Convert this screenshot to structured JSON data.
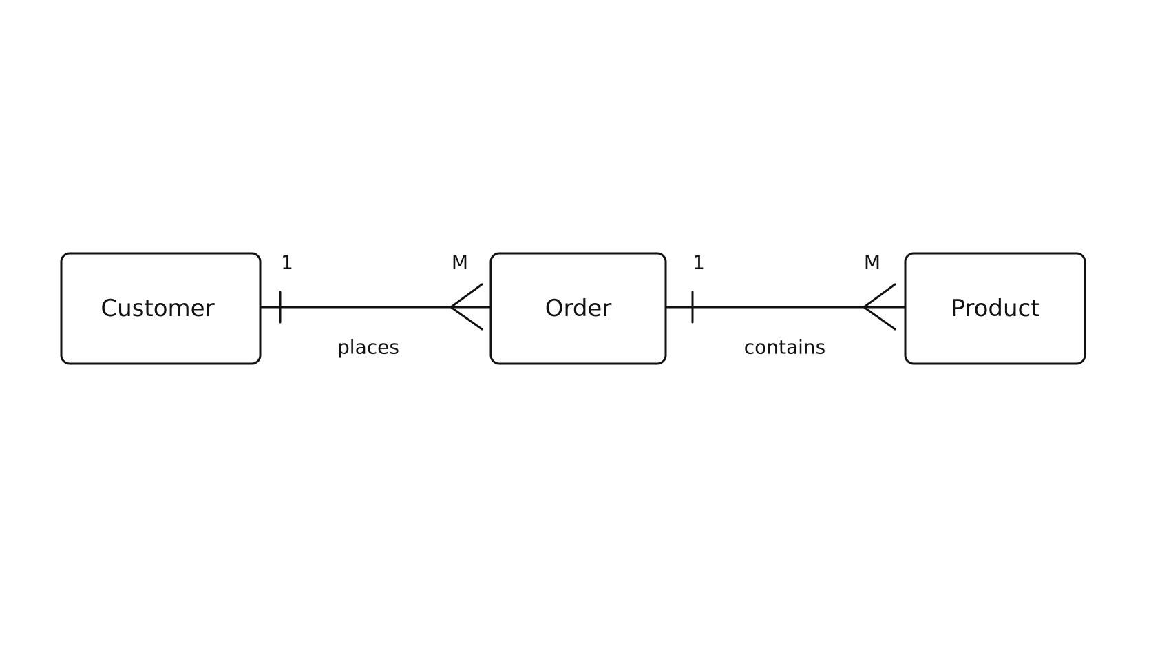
{
  "entities": {
    "customer": "Customer",
    "order": "Order",
    "product": "Product"
  },
  "relationships": {
    "places": {
      "label": "places",
      "from_cardinality": "1",
      "to_cardinality": "M"
    },
    "contains": {
      "label": "contains",
      "from_cardinality": "1",
      "to_cardinality": "M"
    }
  },
  "colors": {
    "stroke": "#111111",
    "background": "#ffffff"
  }
}
